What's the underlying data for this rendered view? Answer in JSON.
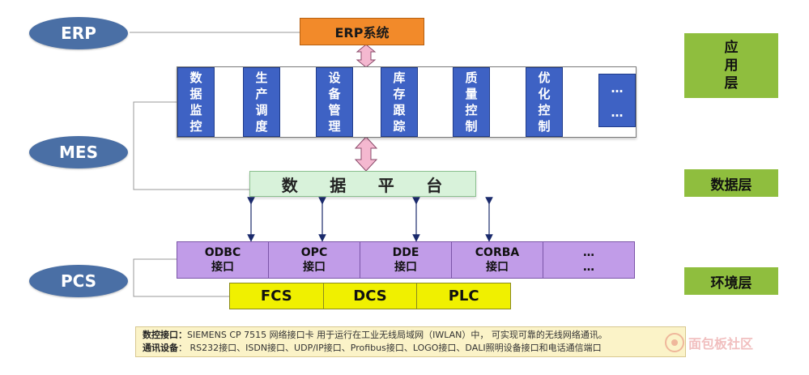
{
  "left_labels": {
    "erp": "ERP",
    "mes": "MES",
    "pcs": "PCS"
  },
  "erp_system": "ERP系统",
  "mes_modules": [
    [
      "数",
      "据",
      "监",
      "控"
    ],
    [
      "生",
      "产",
      "调",
      "度"
    ],
    [
      "设",
      "备",
      "管",
      "理"
    ],
    [
      "库",
      "存",
      "跟",
      "踪"
    ],
    [
      "质",
      "量",
      "控",
      "制"
    ],
    [
      "优",
      "化",
      "控",
      "制"
    ]
  ],
  "mes_more": [
    "…",
    "…"
  ],
  "data_platform": [
    "数",
    "据",
    "平",
    "台"
  ],
  "interfaces": [
    {
      "name": "ODBC",
      "sub": "接口"
    },
    {
      "name": "OPC",
      "sub": "接口"
    },
    {
      "name": "DDE",
      "sub": "接口"
    },
    {
      "name": "CORBA",
      "sub": "接口"
    },
    {
      "name": "…",
      "sub": "…"
    }
  ],
  "controllers": [
    "FCS",
    "DCS",
    "PLC"
  ],
  "layers": {
    "app": [
      "应",
      "用",
      "层"
    ],
    "data": "数据层",
    "env": "环境层"
  },
  "note": {
    "line1_label": "数控接口：",
    "line1_text": "SIEMENS  CP 7515 网络接口卡 用于运行在工业无线局域网（IWLAN）中， 可实现可靠的无线网络通讯。",
    "line2_label": "通讯设备",
    "line2_text": "：   RS232接口、ISDN接口、UDP/IP接口、Profibus接口、LOGO接口、DALI照明设备接口和电话通信端口"
  },
  "watermark": "面包板社区",
  "colors": {
    "ellipse": "#4a6fa5",
    "erp_box": "#f28a2a",
    "module": "#3e62c4",
    "platform": "#d8f2da",
    "interface": "#c19ce8",
    "controller": "#f0f000",
    "layer": "#8fbe3e",
    "arrow_fill": "#f4b8d0"
  }
}
